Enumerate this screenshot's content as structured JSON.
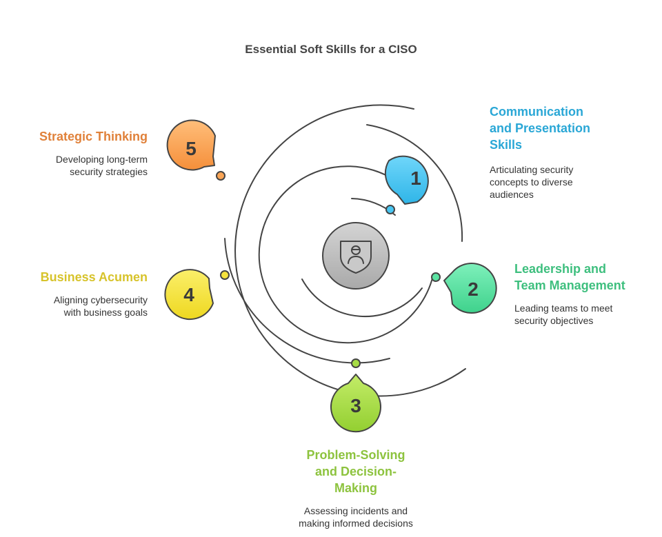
{
  "title": "Essential Soft Skills for a CISO",
  "center_icon": "shield-person-icon",
  "skills": [
    {
      "number": "1",
      "heading": "Communication\nand Presentation\nSkills",
      "description": "Articulating security\nconcepts to diverse\naudiences",
      "color": "#2AA7D6",
      "fill": "#48C6F2"
    },
    {
      "number": "2",
      "heading": "Leadership and\nTeam Management",
      "description": "Leading teams to meet\nsecurity objectives",
      "color": "#3EBF7E",
      "fill": "#5BE3A2"
    },
    {
      "number": "3",
      "heading": "Problem-Solving\nand Decision-\nMaking",
      "description": "Assessing incidents and\nmaking informed decisions",
      "color": "#8DC33E",
      "fill": "#A7DD45"
    },
    {
      "number": "4",
      "heading": "Business Acumen",
      "description": "Aligning cybersecurity\nwith business goals",
      "color": "#D7C32B",
      "fill": "#F5E33D"
    },
    {
      "number": "5",
      "heading": "Strategic Thinking",
      "description": "Developing long-term\nsecurity strategies",
      "color": "#E0813A",
      "fill": "#FAA556"
    }
  ]
}
